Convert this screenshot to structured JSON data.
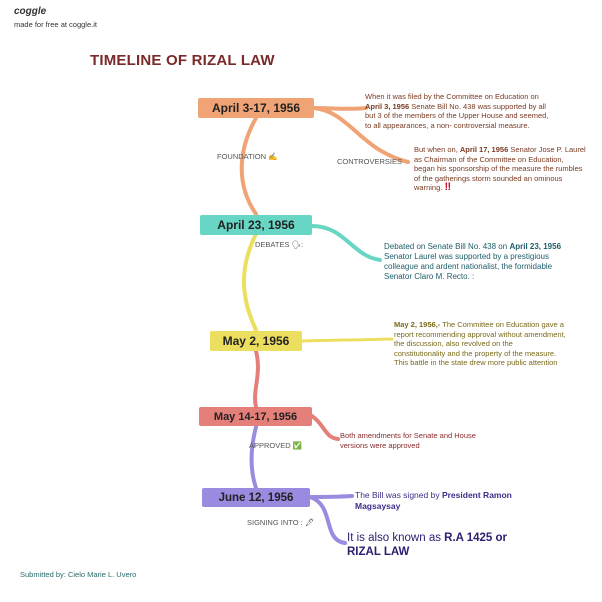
{
  "brand": {
    "logo": "coggle",
    "tagline": "made for free at coggle.it"
  },
  "title": "TIMELINE OF RIZAL LAW",
  "nodes": [
    {
      "label": "April 3-17, 1956",
      "color": "#f0a374"
    },
    {
      "label": "April 23, 1956",
      "color": "#67d6c4"
    },
    {
      "label": "May 2, 1956",
      "color": "#ecdf5f"
    },
    {
      "label": "May 14-17, 1956",
      "color": "#e48079"
    },
    {
      "label": "June 12, 1956",
      "color": "#9a8ae0"
    }
  ],
  "branch_labels": {
    "foundation": "FOUNDATION ✍",
    "controversies": "CONTROVERSIES",
    "debates": "DEBATES 🗣:",
    "approved": "APPROVED ✅",
    "signing": "SIGNING INTO : 🖋"
  },
  "notes": {
    "april3_a": "When it was filed by the Committee on Education on",
    "april3_b": "April 3, 1956",
    "april3_c": "Senate Bill No. 438 was supported by all but 3 of the members of the Upper House and seemed, to all appearances, a non- controversial measure.",
    "april17_a": "But when on,",
    "april17_b": "April 17, 1956",
    "april17_c": "Senator Jose P. Laurel as Chairman of the Committee on Education, began his sponsorship of the measure the rumbles of the gatherings storm sounded an ominous warning.",
    "april17_mark": "‼",
    "april23_a": "Debated on Senate Bill No. 438 on",
    "april23_b": "April 23, 1956",
    "april23_c": "Senator Laurel was supported by a prestigious colleague and ardent nationalist, the formidable Senator Claro M. Recto. :",
    "may2_a": "May 2, 1956,-",
    "may2_b": "The Committee on Education gave a report recommending approval without amendment, the discussion, also revolved on the constitutionality and the property of the measure. This battle in the state drew more public attention",
    "may14": "Both amendments for Senate and House versions were approved",
    "june12_a": "The Bill was signed by",
    "june12_b": "President Ramon Magsaysay",
    "june12_c": "It is also known as",
    "june12_d": "R.A 1425 or RIZAL LAW"
  },
  "footer": "Submitted by: Cielo Marie L. Uvero"
}
